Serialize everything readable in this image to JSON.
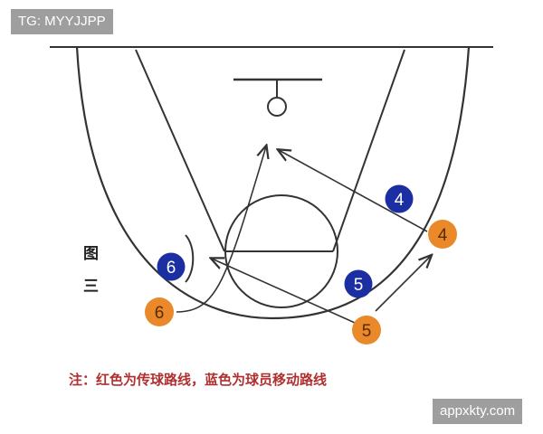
{
  "watermark_top": "TG: MYYJJPP",
  "watermark_bottom": "appxkty.com",
  "figure_label_line1": "图",
  "figure_label_line2": "三",
  "note": "注：红色为传球路线，蓝色为球员移动路线",
  "colors": {
    "offense": "#e9892a",
    "defense": "#1c2fa2",
    "line": "#333333"
  },
  "players": {
    "blue": [
      "4",
      "5",
      "6"
    ],
    "orange": [
      "4",
      "5",
      "6"
    ]
  }
}
